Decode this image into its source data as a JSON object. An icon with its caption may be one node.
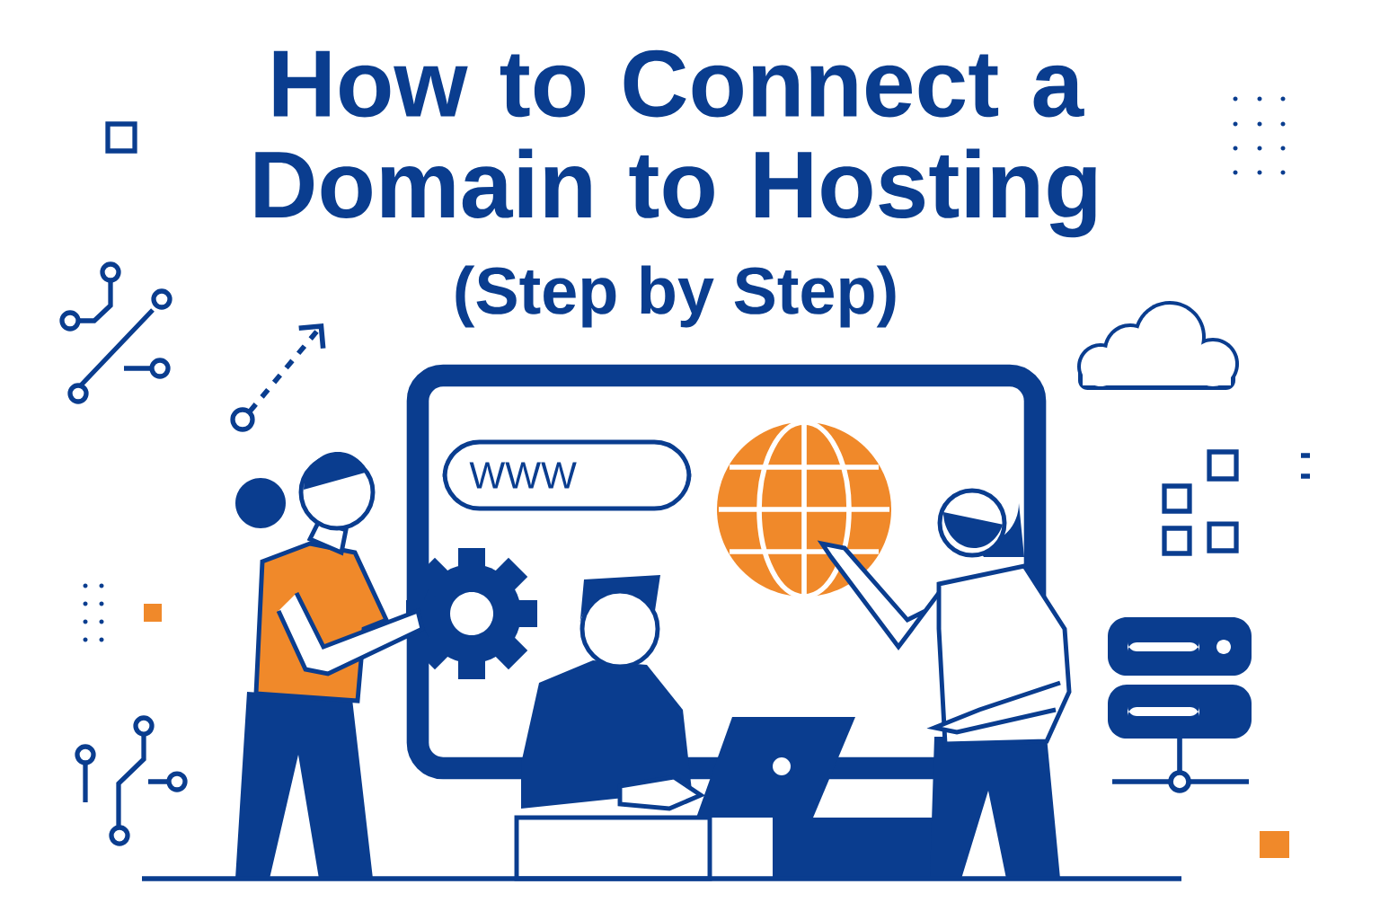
{
  "diagram": {
    "title": "How to Connect a Domain to Hosting",
    "labels": [
      "(Step by Step)",
      "WWW"
    ]
  }
}
